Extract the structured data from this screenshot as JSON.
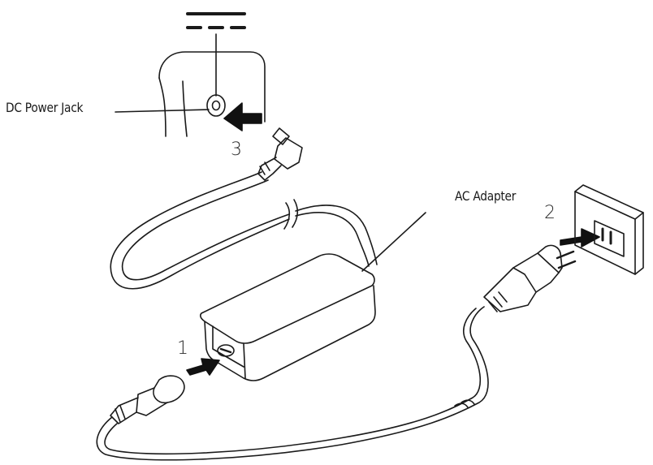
{
  "labels": {
    "dc_power_jack": "DC Power Jack",
    "ac_adapter": "AC Adapter"
  },
  "steps": [
    "1",
    "2",
    "3"
  ],
  "colors": {
    "line": "#1a1a1a",
    "arrow": "#111111",
    "background": "#ffffff"
  }
}
